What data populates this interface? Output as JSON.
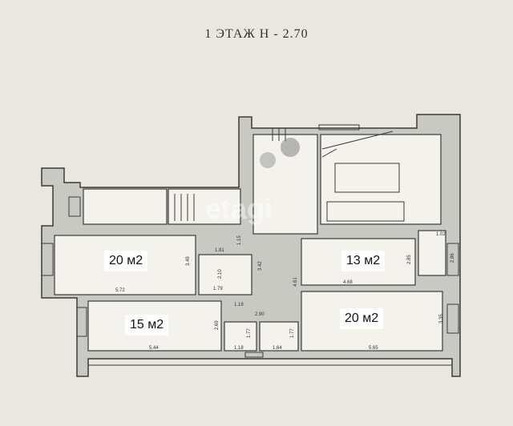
{
  "plan": {
    "title": "1 ЭТАЖ Н - 2.70",
    "watermark": "etagi",
    "rooms": {
      "room_a_area": "20 м2",
      "room_b_area": "13 м2",
      "room_c_area": "15 м2",
      "room_d_area": "20 м2"
    },
    "dimensions": {
      "d_572": "5.72",
      "d_349": "3.49",
      "d_181": "1.81",
      "d_179": "1.79",
      "d_210": "2.10",
      "d_115": "1.15",
      "d_342": "3.42",
      "d_461": "4.61",
      "d_119": "1.19",
      "d_290": "2.90",
      "d_269": "2.69",
      "d_177a": "1.77",
      "d_177b": "1.77",
      "d_544": "5.44",
      "d_118": "1.18",
      "d_164": "1.64",
      "d_468": "4.68",
      "d_285": "2.85",
      "d_102": "1.02",
      "d_286": "2.86",
      "d_335": "3.35",
      "d_565": "5.65"
    }
  }
}
